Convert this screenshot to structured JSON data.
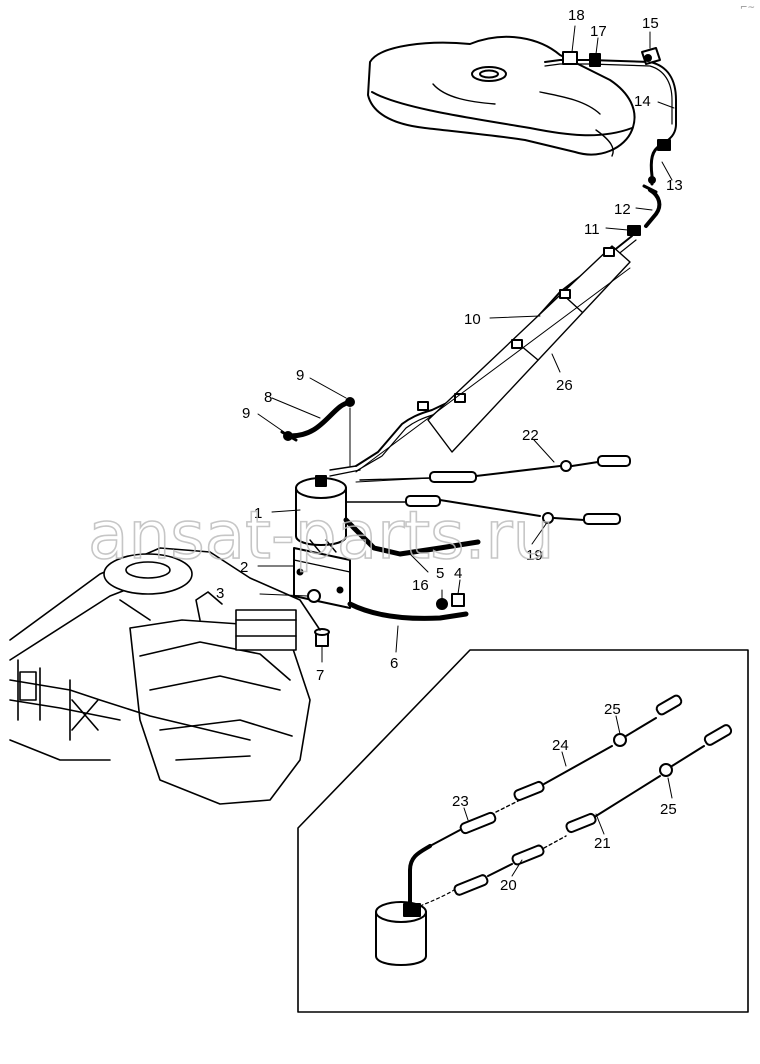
{
  "watermark": "ansat-parts.ru",
  "corner_mark": "⌐~",
  "callouts": [
    "18",
    "17",
    "15",
    "14",
    "13",
    "12",
    "11",
    "10",
    "26",
    "9",
    "8",
    "9",
    "22",
    "1",
    "2",
    "3",
    "7",
    "16",
    "5",
    "4",
    "19",
    "6",
    "25",
    "24",
    "23",
    "25",
    "21",
    "20"
  ]
}
